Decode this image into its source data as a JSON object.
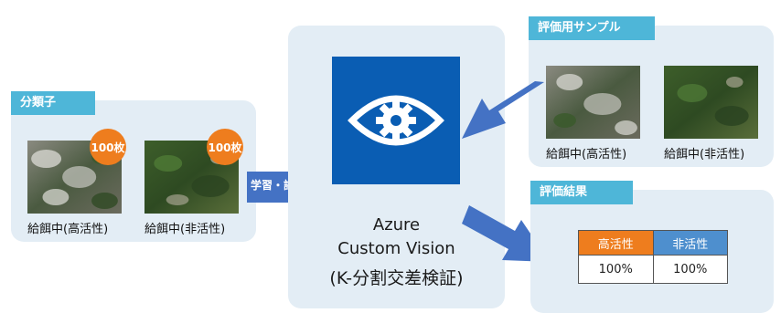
{
  "classifier": {
    "title": "分類子",
    "samples": [
      {
        "label": "給餌中(高活性)",
        "count": "100枚"
      },
      {
        "label": "給餌中(非活性)",
        "count": "100枚"
      }
    ]
  },
  "flow": {
    "train_label": "学習・評価"
  },
  "service": {
    "line1": "Azure",
    "line2": "Custom Vision",
    "line3": "(K-分割交差検証)",
    "icon": "eye-gear-icon"
  },
  "eval_samples": {
    "title": "評価用サンプル",
    "samples": [
      {
        "label": "給餌中(高活性)"
      },
      {
        "label": "給餌中(非活性)"
      }
    ]
  },
  "results": {
    "title": "評価結果",
    "headers": [
      "高活性",
      "非活性"
    ],
    "values": [
      "100%",
      "100%"
    ]
  },
  "colors": {
    "panel": "#e3edf5",
    "tag": "#4eb6d8",
    "arrow": "#4472c4",
    "azure": "#0a5db3",
    "badge": "#ee7d1e",
    "header_high": "#ee7d1e",
    "header_low": "#4e8fce"
  }
}
